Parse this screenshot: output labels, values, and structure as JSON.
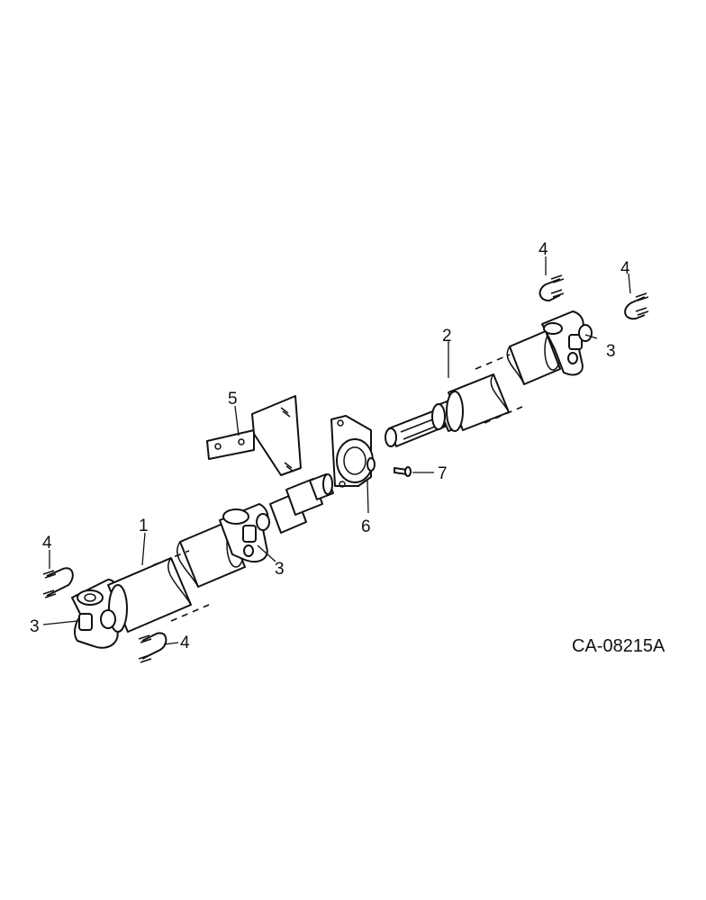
{
  "drawing": {
    "code": "CA-08215A",
    "callouts": {
      "shaft_front": "1",
      "shaft_rear": "2",
      "cross_rear_end": "3",
      "cross_center": "3",
      "cross_front_end": "3",
      "ubolt_top_a": "4",
      "ubolt_top_b": "4",
      "ubolt_left": "4",
      "ubolt_bottom": "4",
      "bracket": "5",
      "bearing": "6",
      "bolt": "7"
    }
  }
}
